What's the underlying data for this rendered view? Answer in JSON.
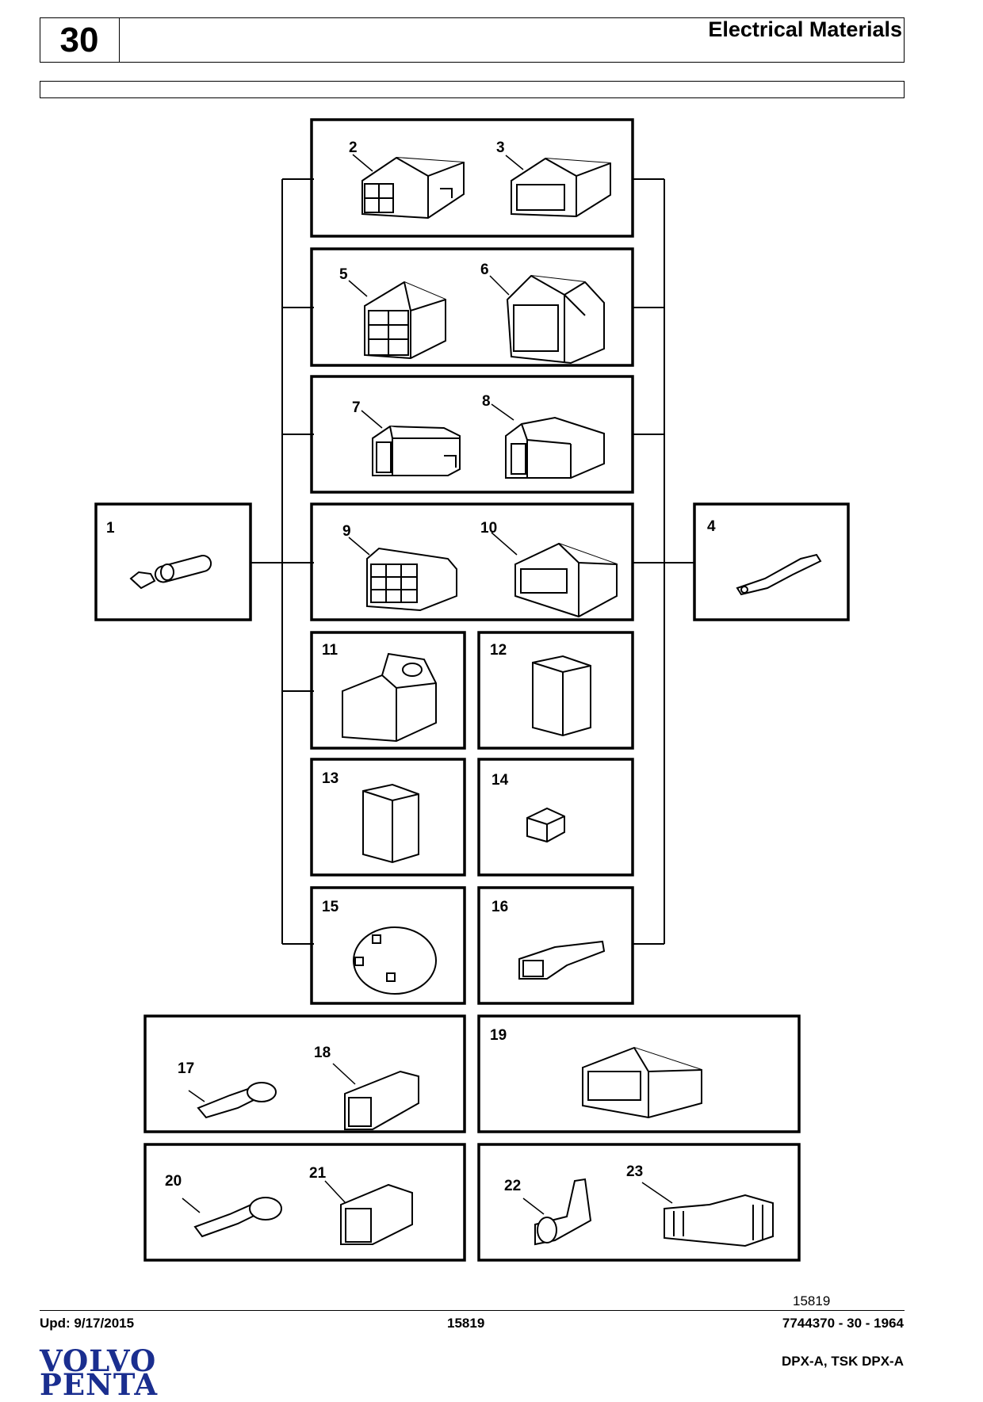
{
  "header": {
    "section_number": "30",
    "title": "Electrical Materials"
  },
  "diagram": {
    "figure_id": "15819",
    "items": [
      "1",
      "2",
      "3",
      "4",
      "5",
      "6",
      "7",
      "8",
      "9",
      "10",
      "11",
      "12",
      "13",
      "14",
      "15",
      "16",
      "17",
      "18",
      "19",
      "20",
      "21",
      "22",
      "23"
    ]
  },
  "footer": {
    "updated": "Upd: 9/17/2015",
    "center_code": "15819",
    "doc_ref": "7744370 - 30 - 1964",
    "models": "DPX-A, TSK DPX-A"
  },
  "logo": {
    "line1": "VOLVO",
    "line2": "PENTA",
    "color": "#1a2e8f"
  }
}
